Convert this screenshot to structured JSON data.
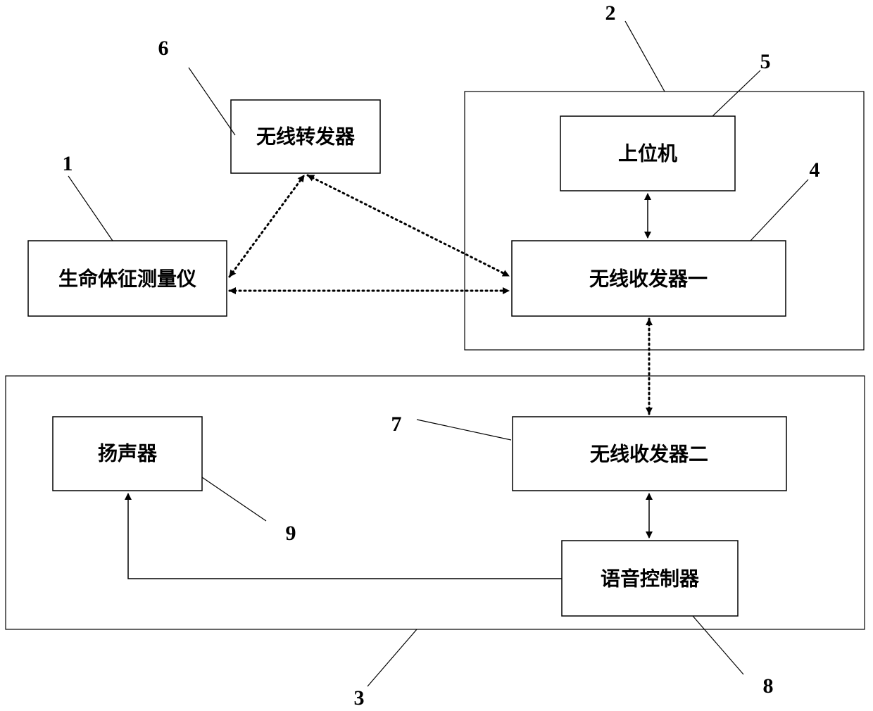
{
  "blocks": {
    "vital_signs_meter": "生命体征测量仪",
    "wireless_repeater": "无线转发器",
    "host_computer": "上位机",
    "transceiver_one": "无线收发器一",
    "transceiver_two": "无线收发器二",
    "speaker": "扬声器",
    "voice_controller": "语音控制器"
  },
  "reference_numbers": {
    "n1": "1",
    "n2": "2",
    "n3": "3",
    "n4": "4",
    "n5": "5",
    "n6": "6",
    "n7": "7",
    "n8": "8",
    "n9": "9"
  },
  "colors": {
    "line": "#000000",
    "background": "#ffffff"
  }
}
